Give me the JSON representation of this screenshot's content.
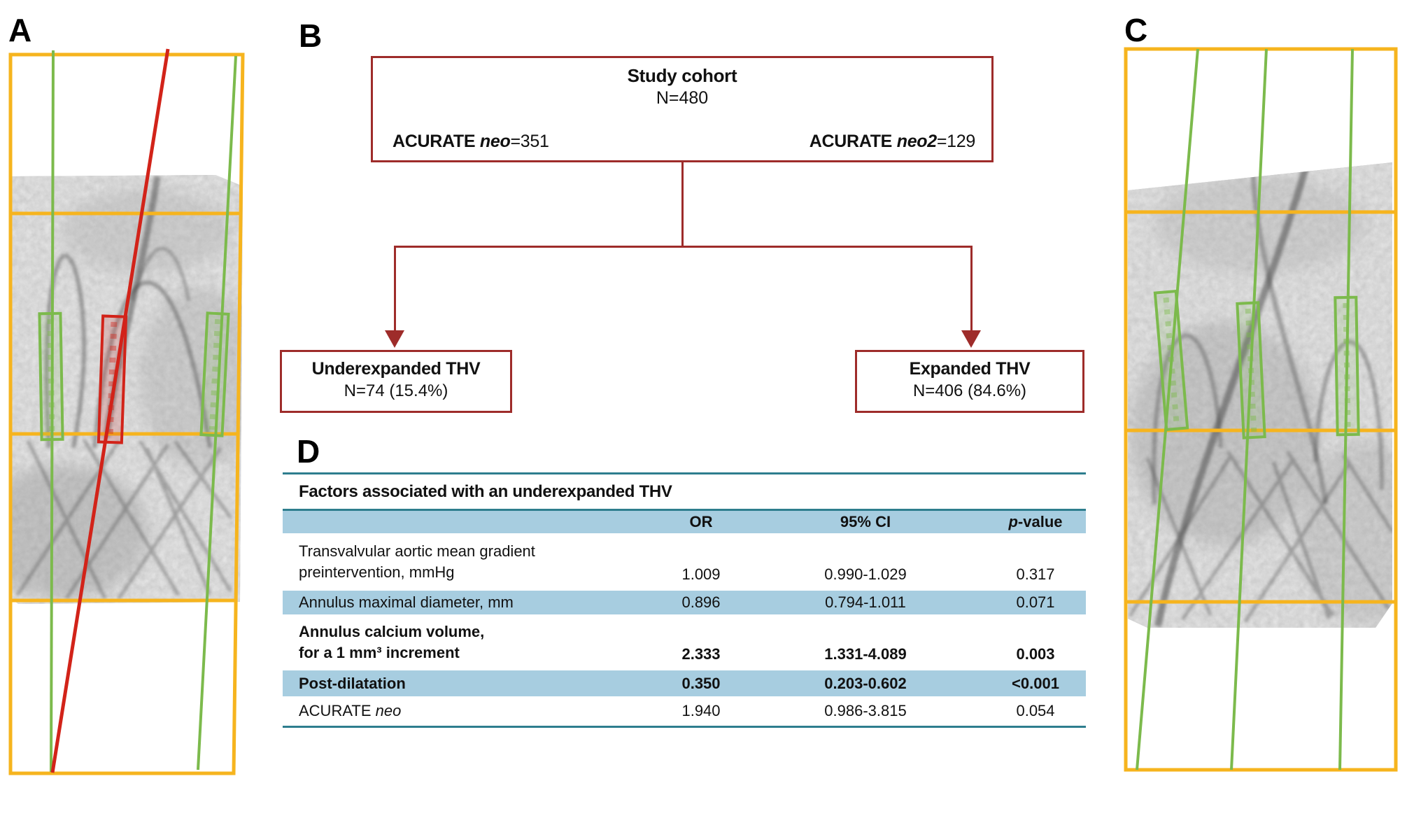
{
  "figure": {
    "panel_a_label": "A",
    "panel_b_label": "B",
    "panel_c_label": "C",
    "panel_d_label": "D"
  },
  "flowchart": {
    "root_title": "Study cohort",
    "root_n": "N=480",
    "device_left_brand": "ACURATE",
    "device_left_model": "neo",
    "device_left_count": "=351",
    "device_right_brand": "ACURATE",
    "device_right_model": "neo2",
    "device_right_count": "=129",
    "underexpanded_title": "Underexpanded THV",
    "underexpanded_n": "N=74 (15.4%)",
    "expanded_title": "Expanded THV",
    "expanded_n": "N=406 (84.6%)"
  },
  "table": {
    "caption": "Factors associated with an underexpanded THV",
    "headers": {
      "or": "OR",
      "ci": "95% CI",
      "p_italic": "p",
      "p_rest": "-value"
    },
    "rows": [
      {
        "label_line1": "Transvalvular aortic mean gradient",
        "label_line2": "preintervention, mmHg",
        "or": "1.009",
        "ci": "0.990-1.029",
        "p": "0.317"
      },
      {
        "label_line1": "Annulus maximal diameter, mm",
        "or": "0.896",
        "ci": "0.794-1.011",
        "p": "0.071"
      },
      {
        "label_line1": "Annulus calcium volume,",
        "label_line2": "for a 1 mm³  increment",
        "or": "2.333",
        "ci": "1.331-4.089",
        "p": "0.003"
      },
      {
        "label_line1": "Post-dilatation",
        "or": "0.350",
        "ci": "0.203-0.602",
        "p": "<0.001"
      },
      {
        "label_brand": "ACURATE",
        "label_model": "neo",
        "or": "1.940",
        "ci": "0.986-3.815",
        "p": "0.054"
      }
    ]
  },
  "colors": {
    "flowchart_red": "#9e2c2a",
    "frame_yellow": "#f6b41e",
    "commissure_green": "#7cba4c",
    "misalignment_red": "#d22319",
    "table_teal": "#2e7e8e",
    "table_band_blue": "#a7cde0"
  }
}
